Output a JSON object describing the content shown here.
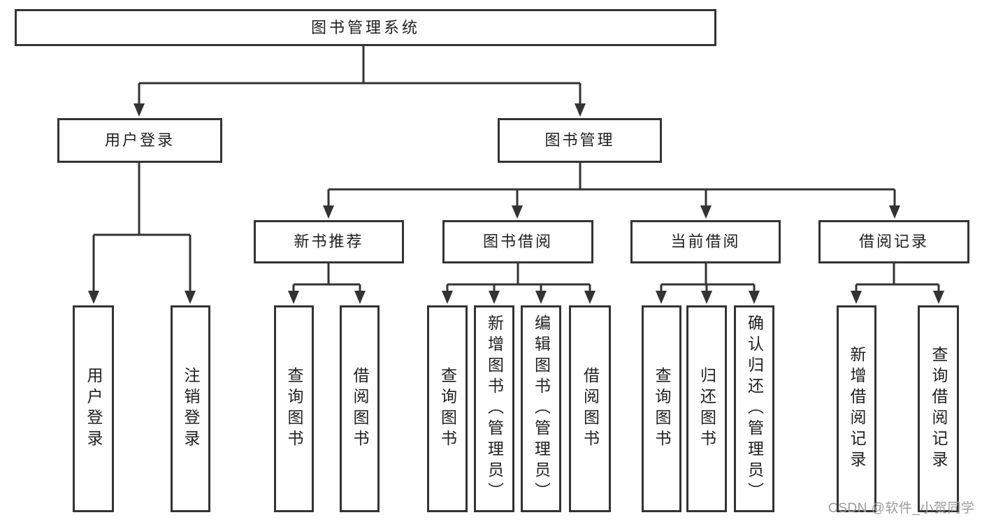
{
  "diagram_title": "图书管理系统",
  "tree": {
    "label": "图书管理系统",
    "children": [
      {
        "label": "用户登录",
        "children": [
          {
            "label": "用户登录"
          },
          {
            "label": "注销登录"
          }
        ]
      },
      {
        "label": "图书管理",
        "children": [
          {
            "label": "新书推荐",
            "children": [
              {
                "label": "查询图书"
              },
              {
                "label": "借阅图书"
              }
            ]
          },
          {
            "label": "图书借阅",
            "children": [
              {
                "label": "查询图书"
              },
              {
                "label": "新增图书（管理员）"
              },
              {
                "label": "编辑图书（管理员）"
              },
              {
                "label": "借阅图书"
              }
            ]
          },
          {
            "label": "当前借阅",
            "children": [
              {
                "label": "查询图书"
              },
              {
                "label": "归还图书"
              },
              {
                "label": "确认归还（管理员）"
              }
            ]
          },
          {
            "label": "借阅记录",
            "children": [
              {
                "label": "新增借阅记录"
              },
              {
                "label": "查询借阅记录"
              }
            ]
          }
        ]
      }
    ]
  },
  "watermark": {
    "text": "CSDN @软件_小贺同学"
  },
  "colors": {
    "line": "#333333",
    "box_border": "#333333",
    "text": "#1f1f1f",
    "watermark": "#9b9b9b",
    "background": "#ffffff"
  }
}
